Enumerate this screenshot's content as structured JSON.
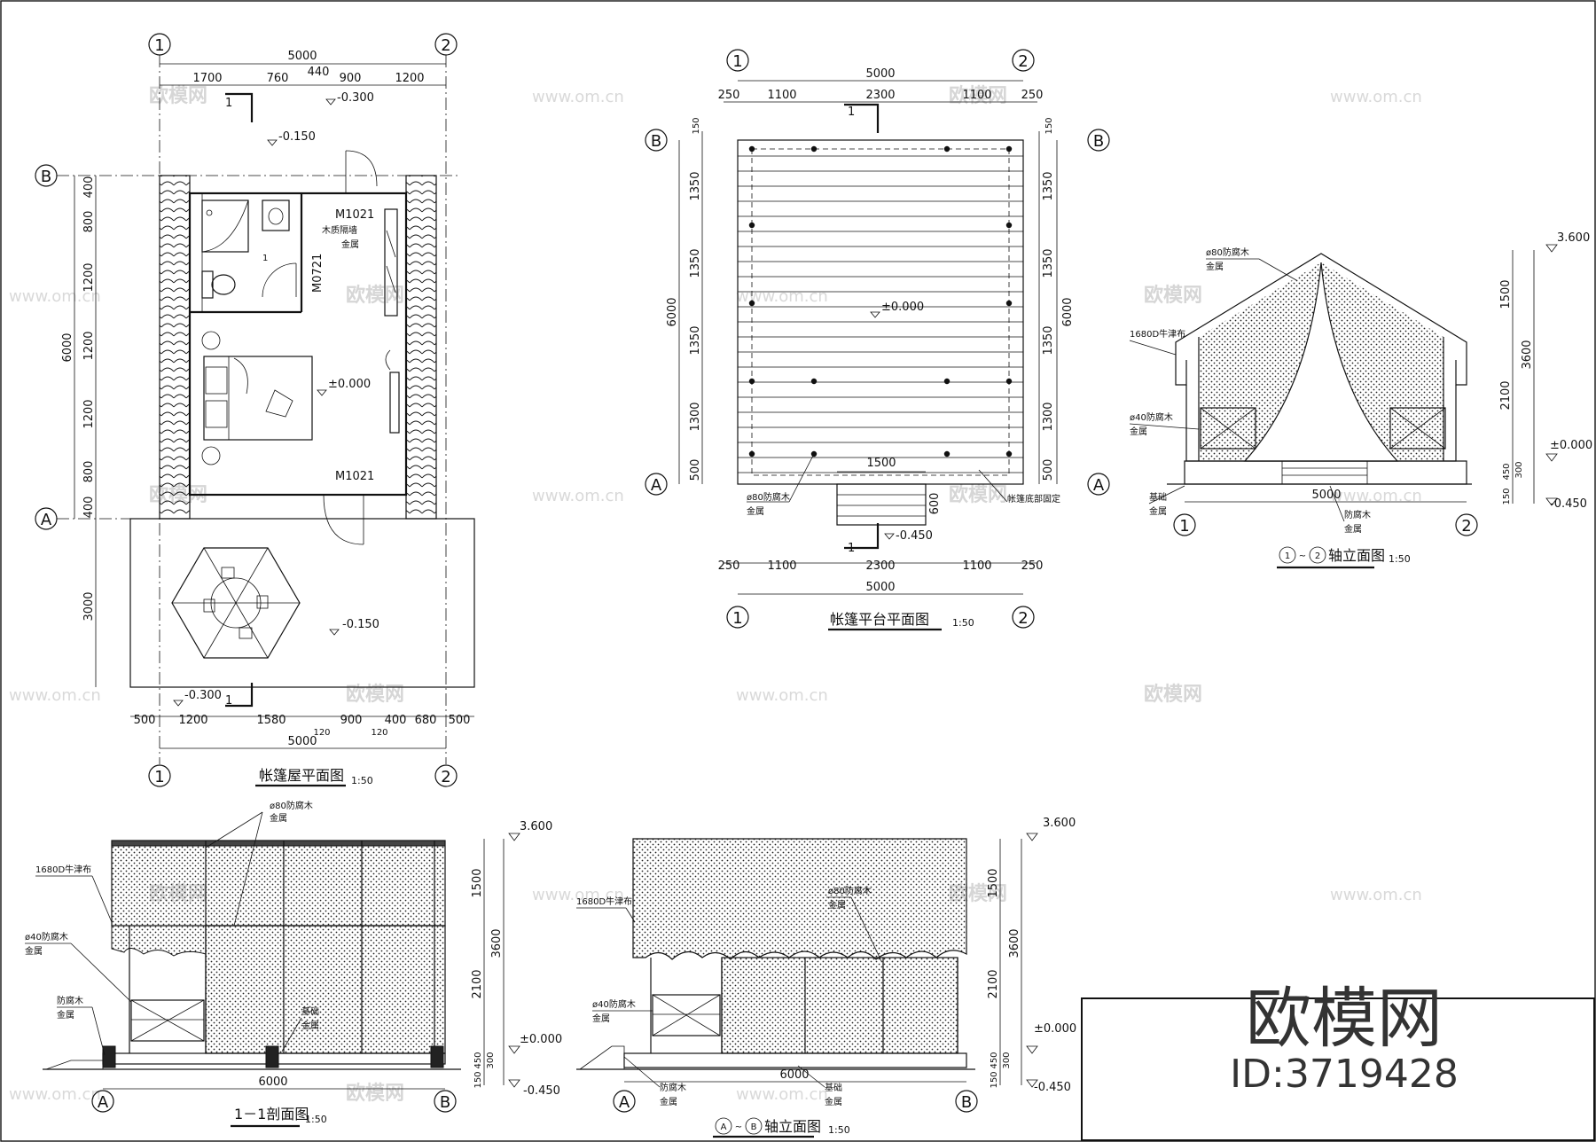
{
  "drawings": {
    "floor_plan": {
      "title": "帐篷屋平面图",
      "scale": "1:50",
      "axes": [
        "1",
        "2",
        "B",
        "A"
      ],
      "dims_top_total": "5000",
      "dims_top": [
        "1700",
        "760",
        "440",
        "900",
        "1200"
      ],
      "dims_left": [
        "400",
        "800",
        "1200",
        "1200",
        "1200",
        "800",
        "400"
      ],
      "dim_left_total": "6000",
      "dim_left_deck": "3000",
      "dims_bottom": [
        "500",
        "1200",
        "1580",
        "120",
        "900",
        "120",
        "400",
        "680",
        "500"
      ],
      "dims_bottom_total": "5000",
      "levels": [
        "-0.300",
        "-0.150",
        "±0.000",
        "-0.150",
        "-0.300"
      ],
      "doors": [
        "M1021",
        "M0721",
        "M1021"
      ],
      "note": "木质隔墙",
      "note2": "金属",
      "section_mark": "1"
    },
    "platform_plan": {
      "title": "帐篷平台平面图",
      "scale": "1:50",
      "axes": [
        "1",
        "2",
        "B",
        "A"
      ],
      "dims_top_total": "5000",
      "dims_top": [
        "250",
        "1100",
        "2300",
        "1100",
        "250"
      ],
      "dims_left": [
        "150",
        "1350",
        "1350",
        "1350",
        "1300",
        "500"
      ],
      "dim_total": "6000",
      "dims_bottom": [
        "250",
        "1100",
        "2300",
        "1100",
        "250"
      ],
      "dims_bottom_total": "5000",
      "stair_width": "1500",
      "stair_depth": "600",
      "level": "±0.000",
      "level_low": "-0.450",
      "note_left": "ø80防腐木",
      "note_left2": "金属",
      "note_right": "帐篷底部固定",
      "section_mark": "1"
    },
    "elevation_12": {
      "title_a": "1",
      "title_b": "2",
      "title_suffix": "轴立面图",
      "scale": "1:50",
      "levels": [
        "3.600",
        "±0.000",
        "-0.450"
      ],
      "dims_right": [
        "1500",
        "2100",
        "450",
        "150",
        "300"
      ],
      "dim_total": "3600",
      "width": "5000",
      "axes": [
        "1",
        "2"
      ],
      "notes": [
        "ø80防腐木",
        "金属",
        "1680D牛津布",
        "ø40防腐木",
        "金属",
        "基础",
        "金属",
        "防腐木",
        "金属"
      ]
    },
    "section_11": {
      "title": "1－1剖面图",
      "scale": "1:50",
      "levels": [
        "3.600",
        "±0.000",
        "-0.450"
      ],
      "dims_right": [
        "1500",
        "2100",
        "450",
        "150",
        "300"
      ],
      "dim_total": "3600",
      "width": "6000",
      "axes": [
        "A",
        "B"
      ],
      "notes": [
        "ø80防腐木",
        "金属",
        "1680D牛津布",
        "ø40防腐木",
        "金属",
        "防腐木",
        "金属",
        "基础",
        "金属"
      ]
    },
    "elevation_ab": {
      "title_a": "A",
      "title_b": "B",
      "title_suffix": "轴立面图",
      "scale": "1:50",
      "levels": [
        "3.600",
        "±0.000",
        "-0.450"
      ],
      "dims_right": [
        "1500",
        "2100",
        "450",
        "150",
        "300"
      ],
      "dim_total": "3600",
      "width": "6000",
      "axes": [
        "A",
        "B"
      ],
      "notes": [
        "1680D牛津布",
        "ø80防腐木",
        "金属",
        "ø40防腐木",
        "金属",
        "防腐木",
        "金属",
        "基础",
        "金属"
      ]
    }
  },
  "watermark": {
    "text": "欧模网",
    "url": "www.om.cn"
  },
  "branding": {
    "logo": "欧模网",
    "id": "ID:3719428"
  }
}
